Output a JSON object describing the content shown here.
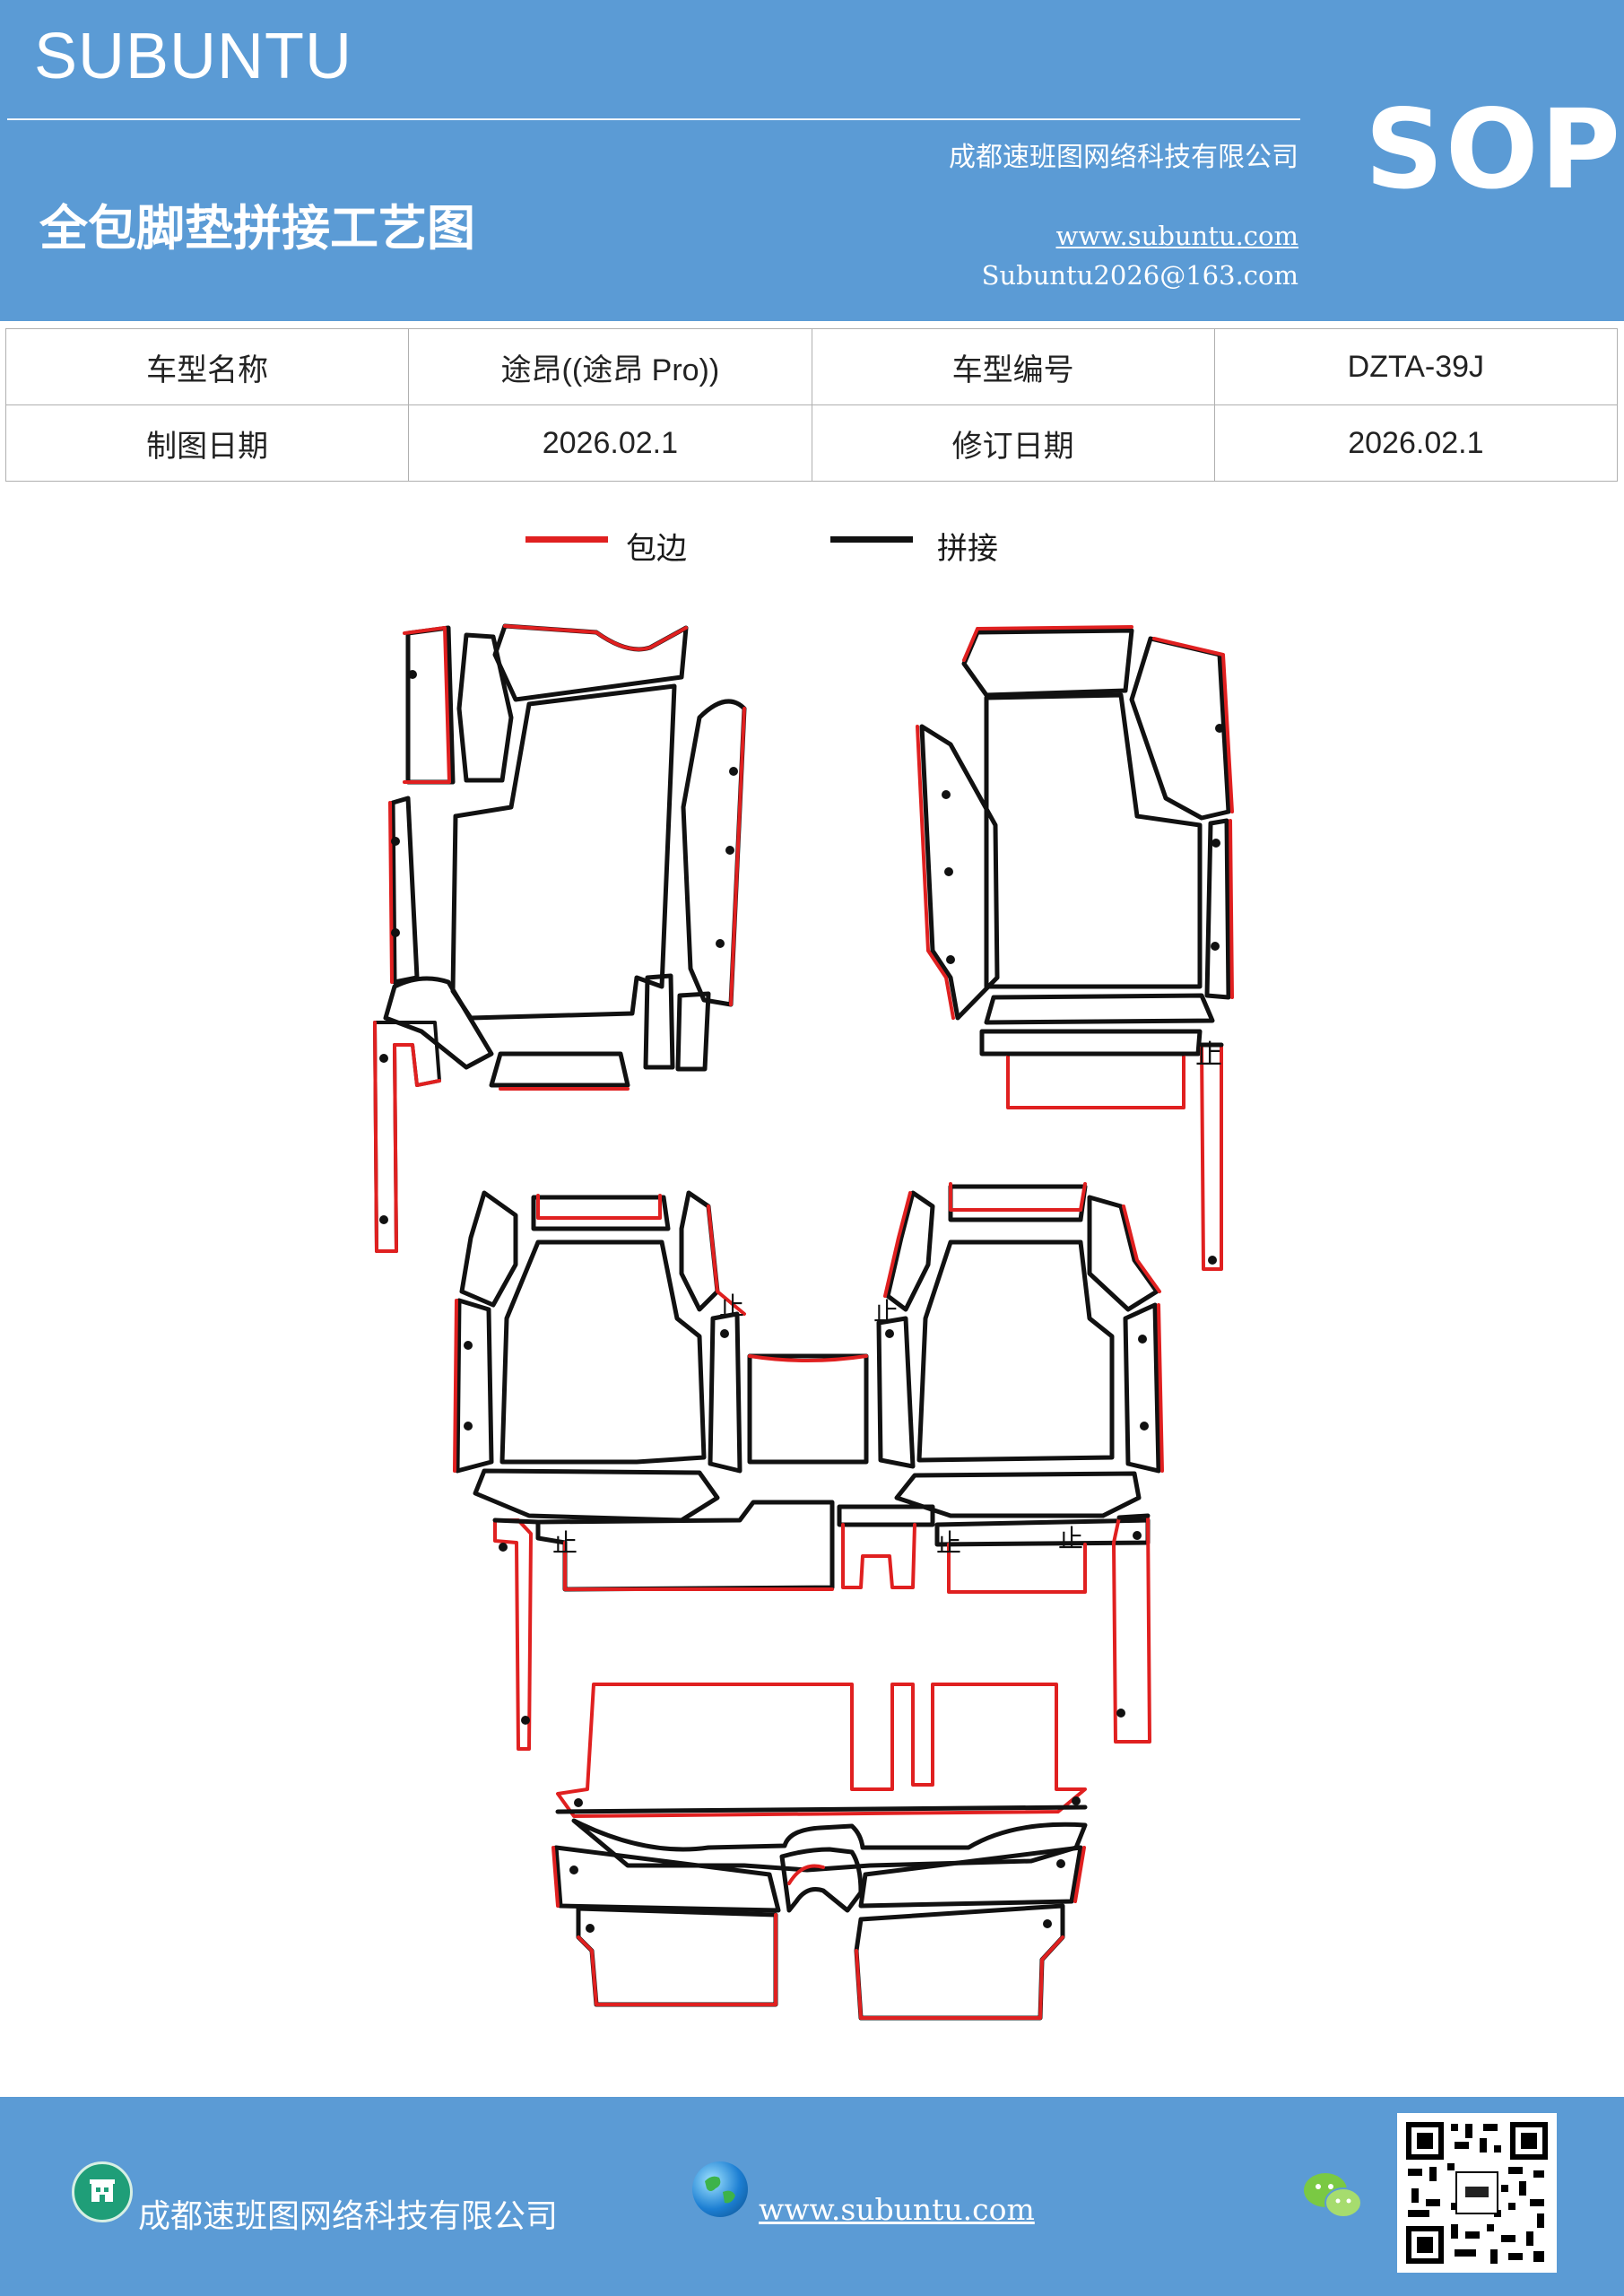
{
  "header": {
    "brand": "SUBUNTU",
    "title": "全包脚垫拼接工艺图",
    "company": "成都速班图网络科技有限公司",
    "website": "www.subuntu.com",
    "email": "Subuntu2026@163.com",
    "badge": "SOP"
  },
  "info_table": {
    "rows": [
      {
        "label1": "车型名称",
        "value1": "途昂((途昂 Pro))",
        "label2": "车型编号",
        "value2": "DZTA-39J"
      },
      {
        "label1": "制图日期",
        "value1": "2026.02.1",
        "label2": "修订日期",
        "value2": "2026.02.1"
      }
    ]
  },
  "legend": {
    "items": [
      {
        "label": "包边",
        "color": "#e02020"
      },
      {
        "label": "拼接",
        "color": "#111111"
      }
    ]
  },
  "diagram": {
    "mark_label": "止",
    "edge_color": "#e02020",
    "seam_color": "#111111"
  },
  "footer": {
    "company": "成都速班图网络科技有限公司",
    "website": "www.subuntu.com",
    "icons": [
      "building-icon",
      "globe-icon",
      "wechat-icon",
      "qr-code"
    ]
  }
}
